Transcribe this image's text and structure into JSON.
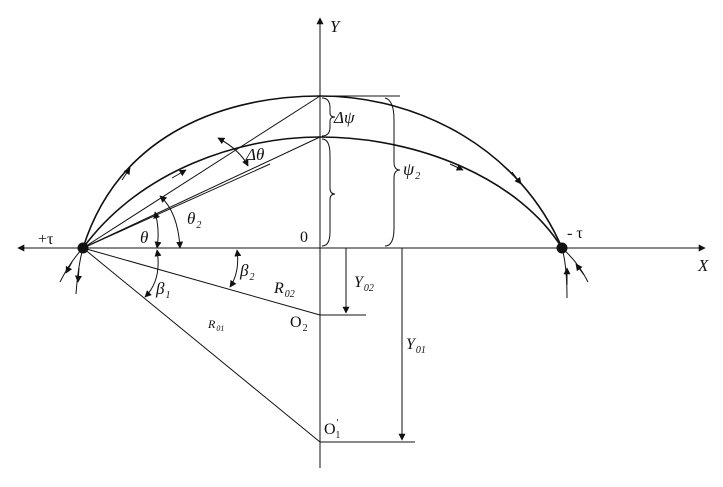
{
  "axes": {
    "x": "X",
    "y": "Y",
    "origin": "0"
  },
  "charges": {
    "positive": "+τ",
    "negative": "- τ"
  },
  "angles": {
    "delta_psi": "Δψ",
    "delta_theta": "Δθ",
    "psi": "ψ",
    "psi_sub": "2",
    "theta": "θ",
    "theta2": "θ",
    "theta2_sub": "2",
    "beta1": "β",
    "beta1_sub": "1",
    "beta2": "β",
    "beta2_sub": "2"
  },
  "radii": {
    "r02": "R",
    "r02_sub": "02",
    "r01": "R",
    "r01_sub": "01"
  },
  "centers": {
    "o2": "O",
    "o2_sub": "2",
    "o1": "O",
    "o1_sub": "1",
    "o1_prime": "'"
  },
  "offsets": {
    "y02": "Y",
    "y02_sub": "02",
    "y01": "Y",
    "y01_sub": "01"
  },
  "colors": {
    "ink": "#111111",
    "background": "#ffffff"
  }
}
